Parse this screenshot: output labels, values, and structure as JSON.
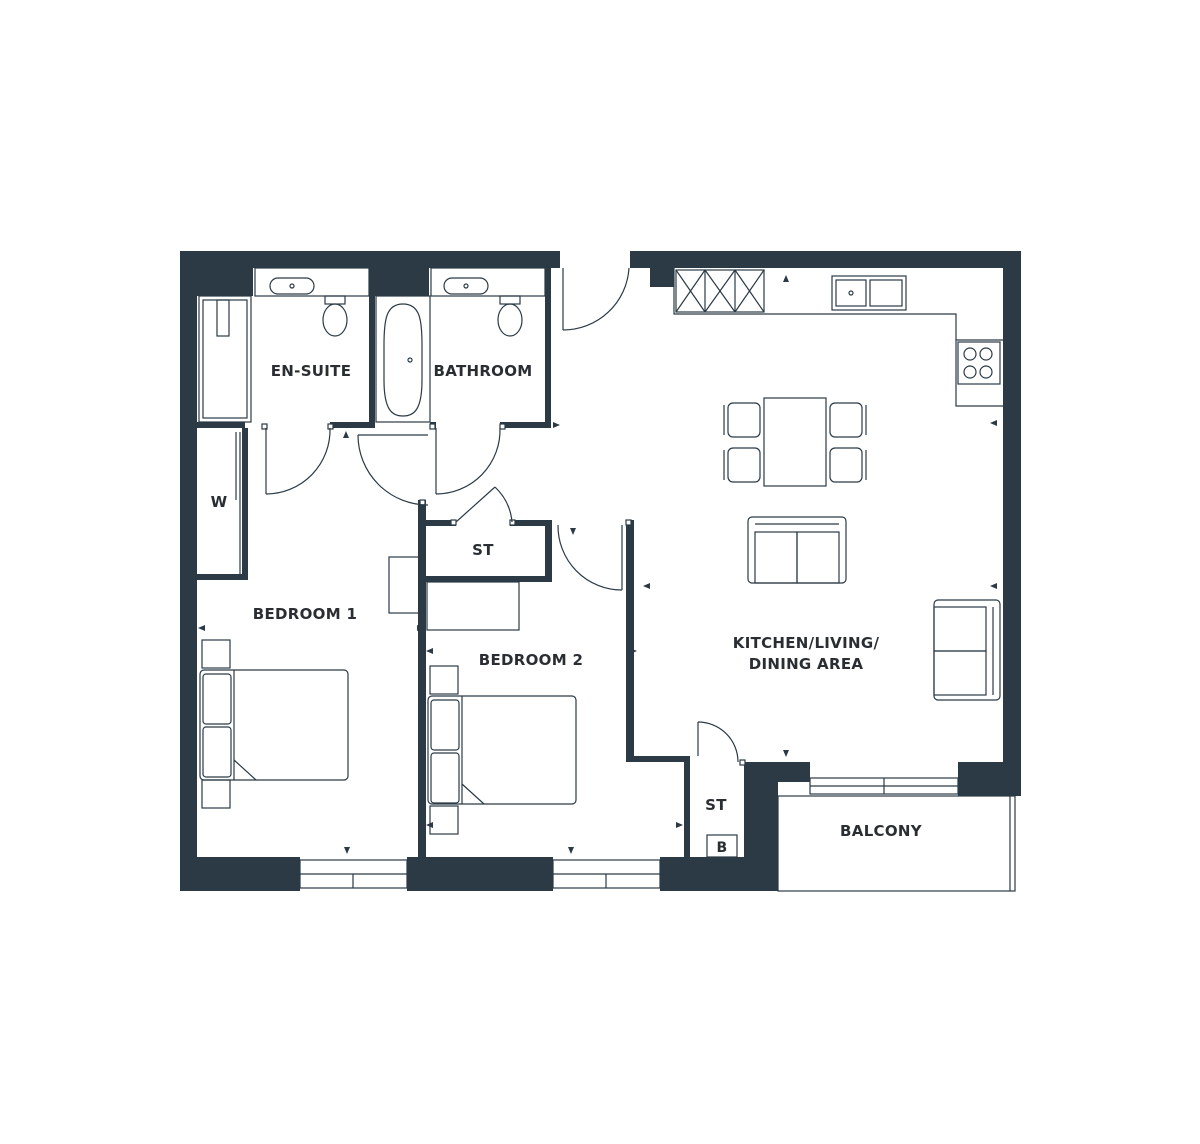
{
  "rooms": {
    "ensuite": "EN-SUITE",
    "bathroom": "BATHROOM",
    "wardrobe": "W",
    "store_1": "ST",
    "bedroom_1": "BEDROOM 1",
    "bedroom_2": "BEDROOM 2",
    "kitchen_line1": "KITCHEN/LIVING/",
    "kitchen_line2": "DINING AREA",
    "store_2": "ST",
    "boiler": "B",
    "balcony": "BALCONY"
  },
  "colors": {
    "wall": "#2b3a45",
    "line": "#2b3a45",
    "background": "#ffffff"
  }
}
